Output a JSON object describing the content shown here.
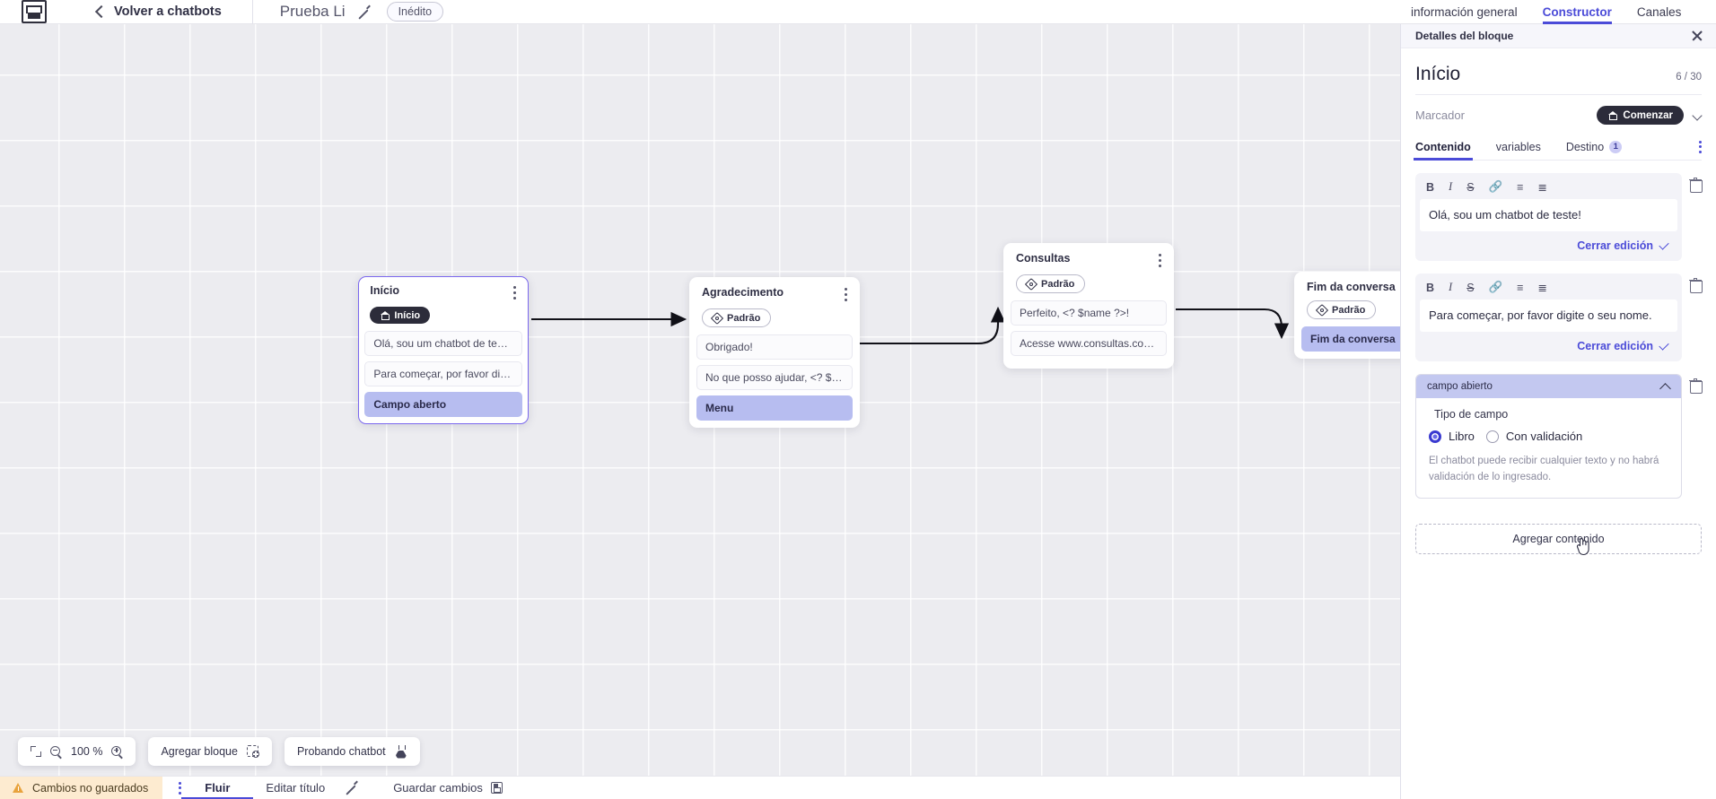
{
  "header": {
    "logo_name": "app-logo",
    "back_label": "Volver a chatbots",
    "bot_name": "Prueba Li",
    "status_badge": "Inédito",
    "tabs": [
      {
        "label": "información general",
        "active": false
      },
      {
        "label": "Constructor",
        "active": true
      },
      {
        "label": "Canales",
        "active": false
      }
    ]
  },
  "canvas": {
    "nodes": [
      {
        "title": "Início",
        "tag": {
          "label": "Início",
          "style": "dark",
          "icon": "home-icon"
        },
        "messages": [
          {
            "text": "Olá, sou um chatbot de teste!",
            "highlight": false
          },
          {
            "text": "Para começar, por favor digite o ...",
            "highlight": false
          },
          {
            "text": "Campo aberto",
            "highlight": true
          }
        ],
        "selected": true
      },
      {
        "title": "Agradecimento",
        "tag": {
          "label": "Padrão",
          "style": "light",
          "icon": "tag-icon"
        },
        "messages": [
          {
            "text": "Obrigado!",
            "highlight": false
          },
          {
            "text": "No que posso ajudar, <? $name ...",
            "highlight": false
          },
          {
            "text": "Menu",
            "highlight": true
          }
        ],
        "selected": false
      },
      {
        "title": "Consultas",
        "tag": {
          "label": "Padrão",
          "style": "light",
          "icon": "tag-icon"
        },
        "messages": [
          {
            "text": "Perfeito, <? $name ?>!",
            "highlight": false
          },
          {
            "text": "Acesse www.consultas.com par...",
            "highlight": false
          }
        ],
        "selected": false
      },
      {
        "title": "Fim da conversa",
        "tag": {
          "label": "Padrão",
          "style": "light",
          "icon": "tag-icon"
        },
        "messages": [
          {
            "text": "Fim da conversa",
            "highlight": true
          }
        ],
        "selected": false
      }
    ]
  },
  "toolbar": {
    "zoom_value": "100 %",
    "fit_icon": "fit-screen-icon",
    "zoom_out_icon": "zoom-out-icon",
    "zoom_in_icon": "zoom-in-icon",
    "add_block_label": "Agregar bloque",
    "test_bot_label": "Probando chatbot"
  },
  "statusbar": {
    "unsaved_label": "Cambios no guardados",
    "flow_tab": "Fluir",
    "edit_title_label": "Editar título",
    "save_label": "Guardar cambios"
  },
  "panel": {
    "header_title": "Detalles del bloque",
    "block_title": "Início",
    "block_count": "6 / 30",
    "marker_label": "Marcador",
    "marker_chip": "Comenzar",
    "tabs": [
      {
        "label": "Contenido",
        "active": true,
        "badge": ""
      },
      {
        "label": "variables",
        "active": false,
        "badge": ""
      },
      {
        "label": "Destino",
        "active": false,
        "badge": "1"
      }
    ],
    "editor_toolbar": [
      "B",
      "I",
      "S",
      "link",
      "ul",
      "ol"
    ],
    "editors": [
      {
        "text": "Olá, sou um chatbot de teste!",
        "close_label": "Cerrar edición"
      },
      {
        "text": "Para começar, por favor digite o seu nome.",
        "close_label": "Cerrar edición"
      }
    ],
    "field": {
      "header": "campo abierto",
      "type_label": "Tipo de campo",
      "options": [
        {
          "label": "Libro",
          "selected": true
        },
        {
          "label": "Con validación",
          "selected": false
        }
      ],
      "help": "El chatbot puede recibir cualquier texto y no habrá validación de lo ingresado."
    },
    "add_content_label": "Agregar contenido"
  },
  "colors": {
    "accent": "#4b4bd8",
    "node_selected_border": "#7b68ee",
    "highlight_bg": "#b7bdf0",
    "warn_bg": "#fdebd0",
    "canvas_bg": "#ececf0"
  }
}
